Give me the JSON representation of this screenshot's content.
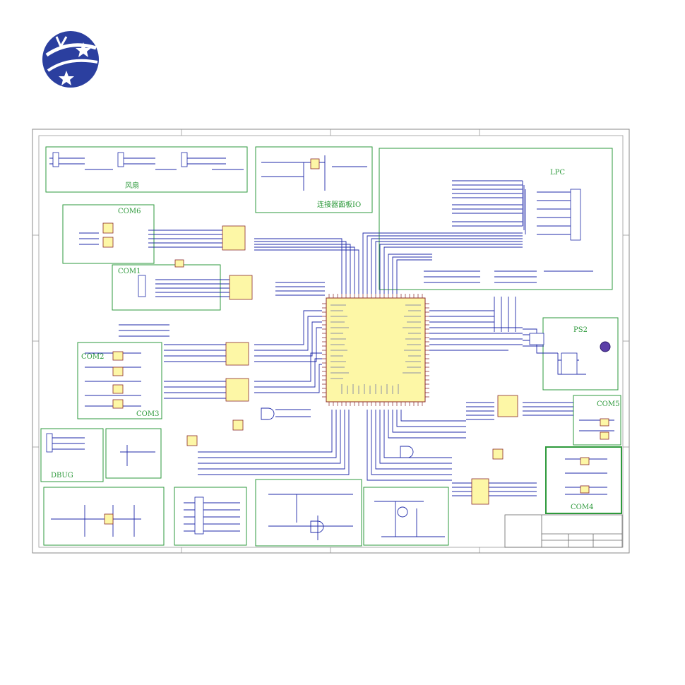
{
  "brand": {
    "logo_icon": "globe-star-logo-icon",
    "primary_color": "#2b3f9f",
    "accent_color": "#ffffff"
  },
  "schematic": {
    "line_color": "#1f2aa8",
    "block_border_color": "#2e9a3c",
    "chip_fill_color": "#fdf7a6",
    "labels": {
      "fan": "风扇",
      "connector_panel_io": "连接器面板IO",
      "lpc": "LPC",
      "com6": "COM6",
      "com1": "COM1",
      "com2": "COM2",
      "com3": "COM3",
      "ps2": "PS2",
      "com5": "COM5",
      "com4": "COM4",
      "dbug": "DBUG"
    }
  }
}
